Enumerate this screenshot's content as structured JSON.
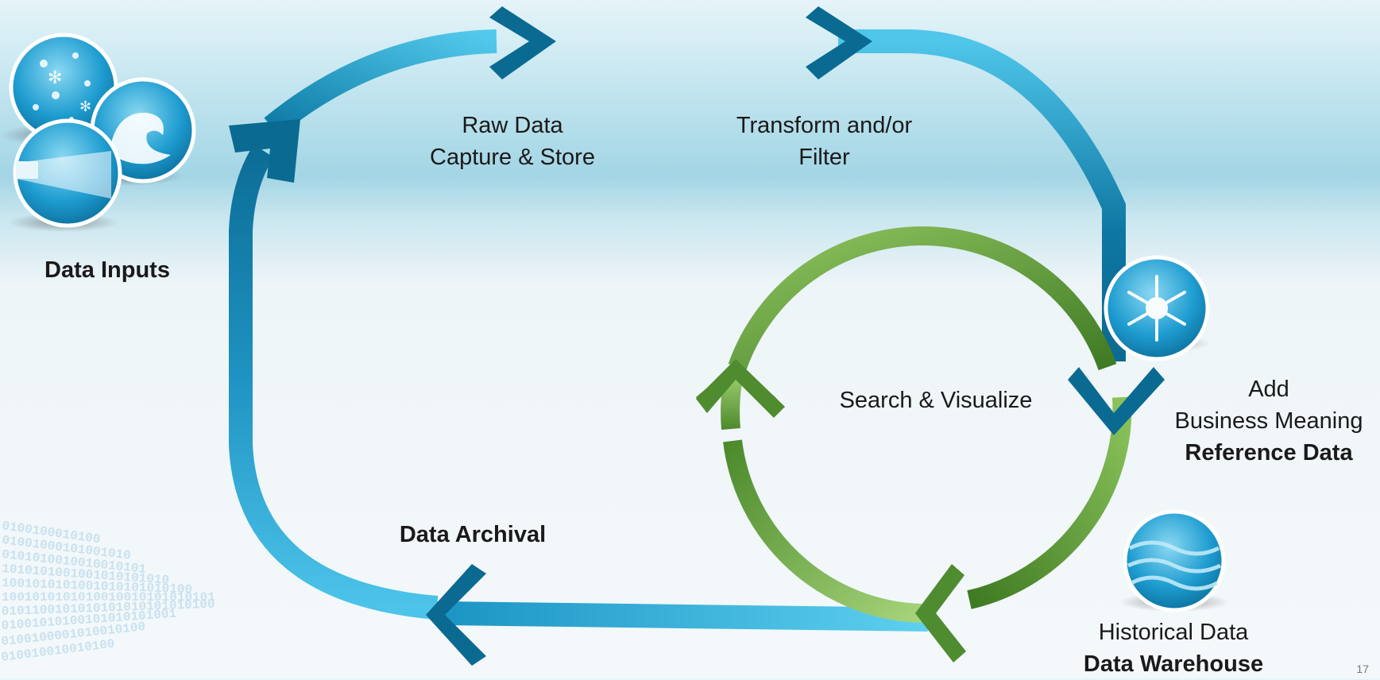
{
  "labels": {
    "data_inputs": "Data Inputs",
    "raw_data_line1": "Raw Data",
    "raw_data_line2": "Capture & Store",
    "transform_line1": "Transform and/or",
    "transform_line2": "Filter",
    "search_visualize": "Search & Visualize",
    "add_line1": "Add",
    "add_line2": "Business Meaning",
    "reference_data": "Reference Data",
    "data_archival": "Data Archival",
    "historical_data": "Historical Data",
    "data_warehouse": "Data Warehouse"
  },
  "page_number": "17",
  "binary_text": [
    "0100100010100",
    "01001000101001010",
    "0101010010010010101",
    "1010101001001010101010",
    "1001010101001010101010100",
    "1001010101010010010101010101",
    "0101100101010101010101010100",
    "01001010100101010101001",
    "0100100001010010100",
    "010010010010100"
  ],
  "icons": [
    "weather-inputs-icon",
    "snowflake-icon",
    "water-waves-icon"
  ],
  "colors": {
    "blue_dark": "#0b6f96",
    "blue_light": "#47c3e8",
    "green_dark": "#4e8a2e",
    "green_light": "#95c865"
  }
}
